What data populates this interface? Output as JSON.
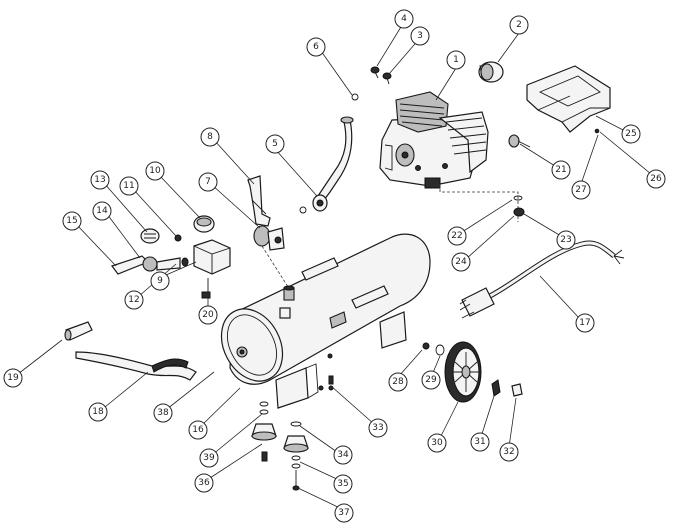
{
  "callouts": [
    {
      "id": "1",
      "label": "1"
    },
    {
      "id": "2",
      "label": "2"
    },
    {
      "id": "3",
      "label": "3"
    },
    {
      "id": "4",
      "label": "4"
    },
    {
      "id": "5",
      "label": "5"
    },
    {
      "id": "6",
      "label": "6"
    },
    {
      "id": "7",
      "label": "7"
    },
    {
      "id": "8",
      "label": "8"
    },
    {
      "id": "9",
      "label": "9"
    },
    {
      "id": "10",
      "label": "10"
    },
    {
      "id": "11",
      "label": "11"
    },
    {
      "id": "12",
      "label": "12"
    },
    {
      "id": "13",
      "label": "13"
    },
    {
      "id": "14",
      "label": "14"
    },
    {
      "id": "15",
      "label": "15"
    },
    {
      "id": "16",
      "label": "16"
    },
    {
      "id": "17",
      "label": "17"
    },
    {
      "id": "18",
      "label": "18"
    },
    {
      "id": "19",
      "label": "19"
    },
    {
      "id": "20",
      "label": "20"
    },
    {
      "id": "21",
      "label": "21"
    },
    {
      "id": "22",
      "label": "22"
    },
    {
      "id": "23",
      "label": "23"
    },
    {
      "id": "24",
      "label": "24"
    },
    {
      "id": "25",
      "label": "25"
    },
    {
      "id": "26",
      "label": "26"
    },
    {
      "id": "27",
      "label": "27"
    },
    {
      "id": "28",
      "label": "28"
    },
    {
      "id": "29",
      "label": "29"
    },
    {
      "id": "30",
      "label": "30"
    },
    {
      "id": "31",
      "label": "31"
    },
    {
      "id": "32",
      "label": "32"
    },
    {
      "id": "33",
      "label": "33"
    },
    {
      "id": "34",
      "label": "34"
    },
    {
      "id": "35",
      "label": "35"
    },
    {
      "id": "36",
      "label": "36"
    },
    {
      "id": "37",
      "label": "37"
    },
    {
      "id": "38",
      "label": "38"
    },
    {
      "id": "39",
      "label": "39"
    }
  ]
}
